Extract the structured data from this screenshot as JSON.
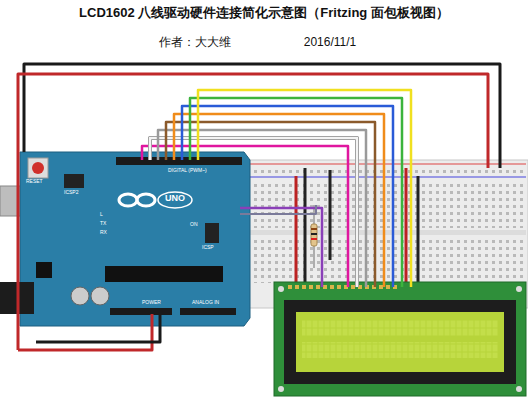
{
  "diagram": {
    "title": "LCD1602 八线驱动硬件连接简化示意图（Fritzing 面包板视图）",
    "labels": [
      "作者：大大维",
      "2016/11/1",
      "RESET",
      "ICSP2",
      "DIGITAL (PWM~)",
      "UNO",
      "L",
      "TX",
      "RX",
      "ON",
      "ICSP",
      "POWER",
      "ANALOG IN"
    ]
  }
}
